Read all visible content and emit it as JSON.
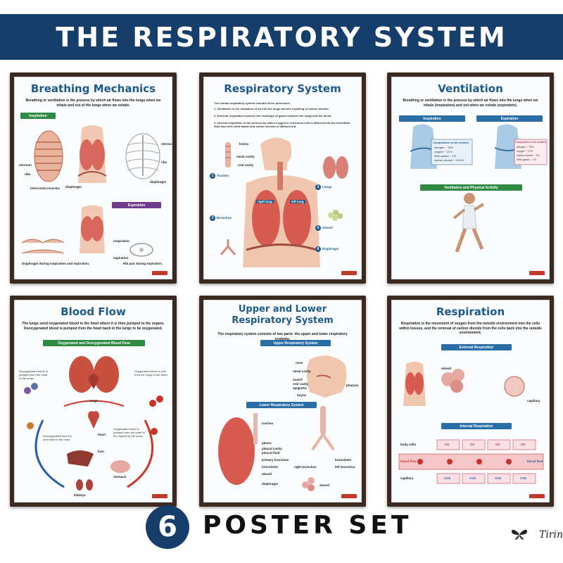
{
  "banner": {
    "title": "THE RESPIRATORY SYSTEM"
  },
  "posters": {
    "breathing": {
      "title": "Breathing Mechanics",
      "intro": "Breathing or ventilation is the process by which air flows into the lungs when we inhale and out of the lungs when we exhale.",
      "inspiration": "Inspiration",
      "expiration": "Expiration",
      "labels": [
        "sternum",
        "ribs",
        "intercostal muscles",
        "diaphragm",
        "sternum",
        "ribs",
        "diaphragm",
        "inspiration",
        "expiration",
        "Rib pair during expiration."
      ],
      "caption": "Diaphragm during inspiration and expiration."
    },
    "respiratory": {
      "title": "Respiratory System",
      "intro1": "The human respiratory system includes three processes:",
      "intro2": "1. Ventilation is the inhalation of air into the lungs and the expelling of carbon dioxide.",
      "intro3": "2. External respiration involves the exchange of gases between the lungs and the blood.",
      "intro4": "3. Internal respiration is the process by which oxygen in red blood cells is diffused into the interstitial fluid and cells while waste and carbon dioxide is diffused out.",
      "labels": [
        "larynx",
        "nasal cavity",
        "oral cavity",
        "Trachea",
        "Lungs",
        "Bronchus",
        "right lung",
        "left lung",
        "Alveoli",
        "Diaphragm"
      ]
    },
    "ventilation": {
      "title": "Ventilation",
      "intro": "Breathing or ventilation is the process by which air flows into the lungs when we inhale (inspiration) and out when we exhale (expiration).",
      "inspiration": "Inspiration",
      "expiration": "Expiration",
      "inhaled_title": "Composition of air inhaled:",
      "inhaled": [
        "nitrogen ~ 78%",
        "oxygen ~ 21%",
        "other gases ~ 1%",
        "carbon dioxide ~ 0.04%"
      ],
      "exhaled_title": "Composition of air exhaled:",
      "exhaled": [
        "nitrogen ~ 78%",
        "oxygen ~ 17%",
        "carbon dioxide ~ 4%",
        "other gases ~ 1%"
      ],
      "activity": "Ventilation and Physical Activity"
    },
    "bloodflow": {
      "title": "Blood Flow",
      "intro": "The lungs send oxygenated blood to the heart where it is then pumped to the organs. Deoxygenated blood is pumped from the heart back to the lungs to be oxygenated.",
      "bar": "Oxygenated and Deoxygenated Blood Flow",
      "labels": [
        "lungs",
        "heart",
        "liver",
        "stomach",
        "kidneys"
      ],
      "notes": [
        "Deoxygenated blood is pumped from the heart to the lungs.",
        "Oxygenated blood is sent from the lungs to the heart.",
        "Oxygenated blood is pumped from the heart to the organs by the heart.",
        "Deoxygenated blood is sent back to the heart."
      ]
    },
    "upperlower": {
      "title1": "Upper and Lower",
      "title2": "Respiratory System",
      "intro": "The respiratory system consists of two parts: the upper and lower respiratory systems.",
      "upper": "Upper Respiratory System",
      "lower": "Lower Respiratory System",
      "upper_labels": [
        "nose",
        "nasal cavity",
        "nostril",
        "oral cavity",
        "epiglottis",
        "larynx",
        "pharynx"
      ],
      "lower_labels": [
        "trachea",
        "pleura",
        "pleural cavity",
        "pleural fluid",
        "primary bronchus",
        "bronchiole",
        "alveoli",
        "diaphragm",
        "bronchiole",
        "right bronchus",
        "left bronchus",
        "alveoli"
      ]
    },
    "respiration": {
      "title": "Respiration",
      "intro": "Respiration is the movement of oxygen from the outside environment into the cells within tissues, and the removal of carbon dioxide from the cells back into the outside environment.",
      "external": "External Respiration",
      "internal": "Internal Respiration",
      "labels": [
        "alveoli",
        "capillary",
        "body cells",
        "blood flow",
        "blood flow",
        "capillary"
      ],
      "gases": [
        "O2",
        "O2",
        "O2",
        "O2",
        "CO2",
        "CO2",
        "CO2",
        "CO2"
      ]
    }
  },
  "footer": {
    "count": "6",
    "set_text": "POSTER SET",
    "brand": "Tirin"
  },
  "colors": {
    "navy": "#153e6b",
    "title_blue": "#1d5a8c",
    "green": "#2f8a44",
    "purple": "#6f3b8e",
    "frame": "#3b2a22"
  }
}
